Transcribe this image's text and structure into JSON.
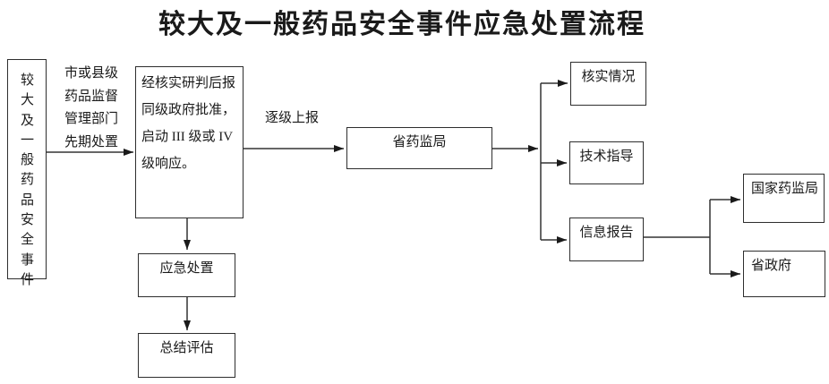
{
  "title": "较大及一般药品安全事件应急处置流程",
  "flow": {
    "event_source": "较大及一般药品安全事件",
    "pre_dispose_label": "市或县级\n药品监督\n管理部门\n先期处置",
    "approval": "经核实研判后报\n同级政府批准，\n启动 III 级或 IV\n级响应。",
    "escalate_label": "逐级上报",
    "province_bureau": "省药监局",
    "verify": "核实情况",
    "guidance": "技术指导",
    "info_report": "信息报告",
    "national_bureau": "国家药监局",
    "province_gov": "省政府",
    "dispose": "应急处置",
    "evaluate": "总结评估"
  },
  "colors": {
    "background": "#ffffff",
    "line": "#333333",
    "text": "#1a1a1a"
  }
}
